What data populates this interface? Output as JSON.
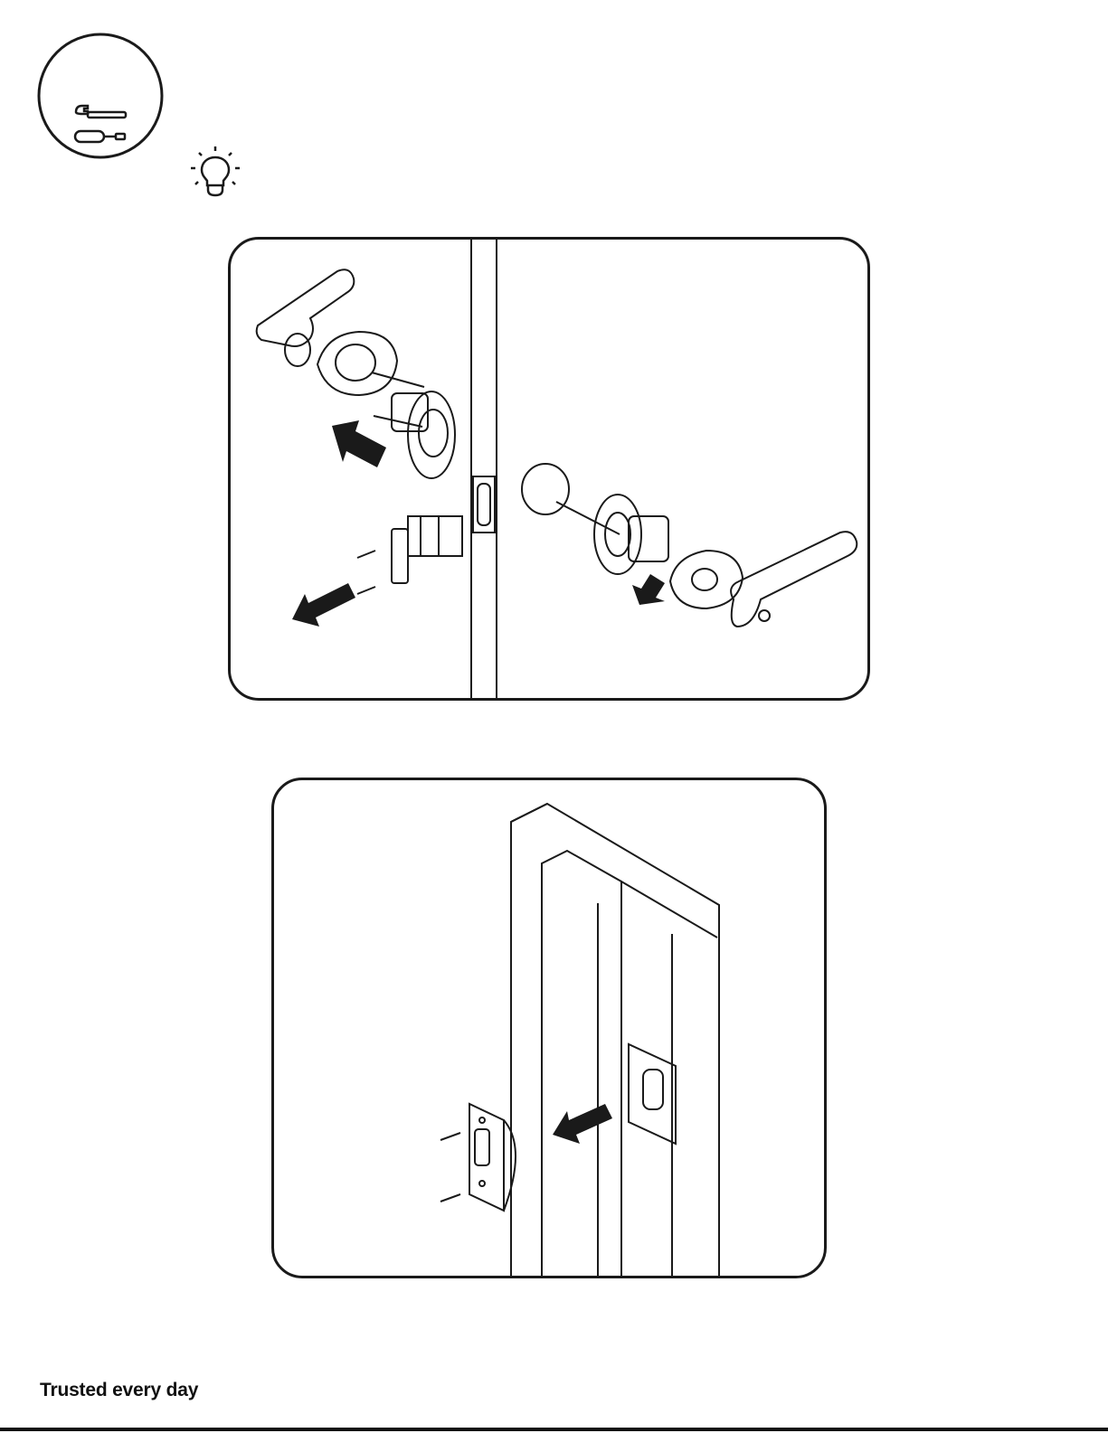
{
  "footer": {
    "tagline": "Trusted every day"
  },
  "icons": {
    "tools": "wrench-screwdriver-icon",
    "tip": "lightbulb-icon"
  },
  "figures": [
    {
      "name": "remove-lever-latch-figure"
    },
    {
      "name": "remove-strike-plate-figure"
    }
  ],
  "colors": {
    "ink": "#1a1a1a",
    "paper": "#ffffff"
  }
}
